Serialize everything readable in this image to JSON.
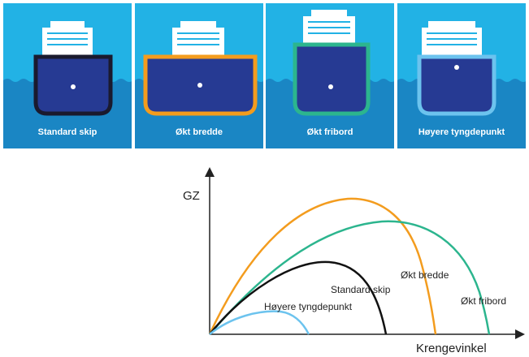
{
  "panels": [
    {
      "label": "Standard skip",
      "outline_color": "#1a1a2e"
    },
    {
      "label": "Økt bredde",
      "outline_color": "#f39c1e"
    },
    {
      "label": "Økt fribord",
      "outline_color": "#2cb58e"
    },
    {
      "label": "Høyere tyngdepunkt",
      "outline_color": "#6cc3ee"
    }
  ],
  "colors": {
    "sky": "#22b2e5",
    "sea": "#1a86c4",
    "hull": "#263a93",
    "superstructure": "#ffffff"
  },
  "graph": {
    "y_axis_label": "GZ",
    "x_axis_label": "Krengevinkel",
    "curves": [
      {
        "name": "Standard skip",
        "color": "#111111"
      },
      {
        "name": "Økt bredde",
        "color": "#f39c1e"
      },
      {
        "name": "Økt fribord",
        "color": "#2cb58e"
      },
      {
        "name": "Høyere tyngdepunkt",
        "color": "#6cc3ee"
      }
    ]
  }
}
